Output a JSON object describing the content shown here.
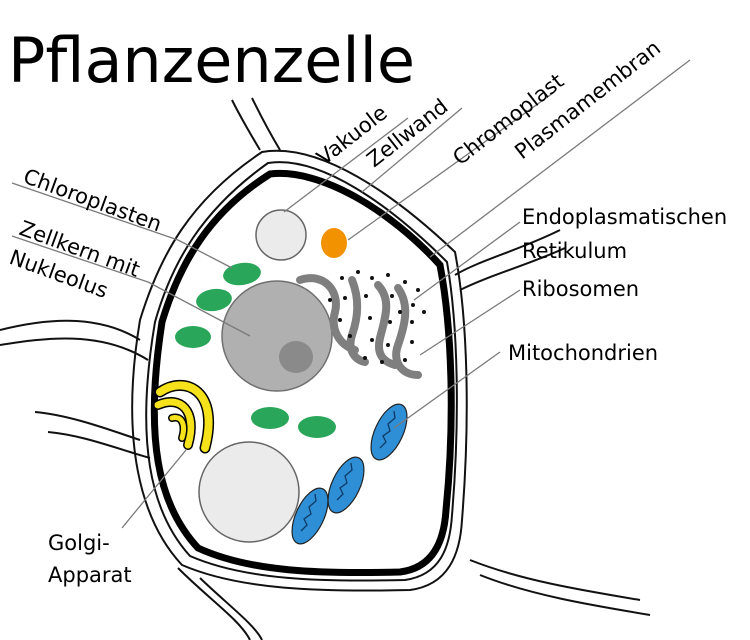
{
  "title": "Pflanzenzelle",
  "labels": {
    "vakuole": "Vakuole",
    "zellwand": "Zellwand",
    "chromoplast": "Chromoplast",
    "plasmamembran": "Plasmamembran",
    "chloroplasten": "Chloroplasten",
    "zellkern_line1": "Zellkern mit",
    "zellkern_line2": "Nukleolus",
    "er_line1": "Endoplasmatischen",
    "er_line2": "Retikulum",
    "ribosomen": "Ribosomen",
    "mitochondrien": "Mitochondrien",
    "golgi_line1": "Golgi-",
    "golgi_line2": "Apparat"
  },
  "colors": {
    "chloroplast": "#2aa65a",
    "chromoplast": "#f39200",
    "mitochondrion": "#2f8fd6",
    "golgi": "#f5e21a",
    "nucleus": "#b0b0b0",
    "nucleolus": "#8a8a8a",
    "vacuole": "#ebebeb",
    "er": "#7f7f7f"
  }
}
